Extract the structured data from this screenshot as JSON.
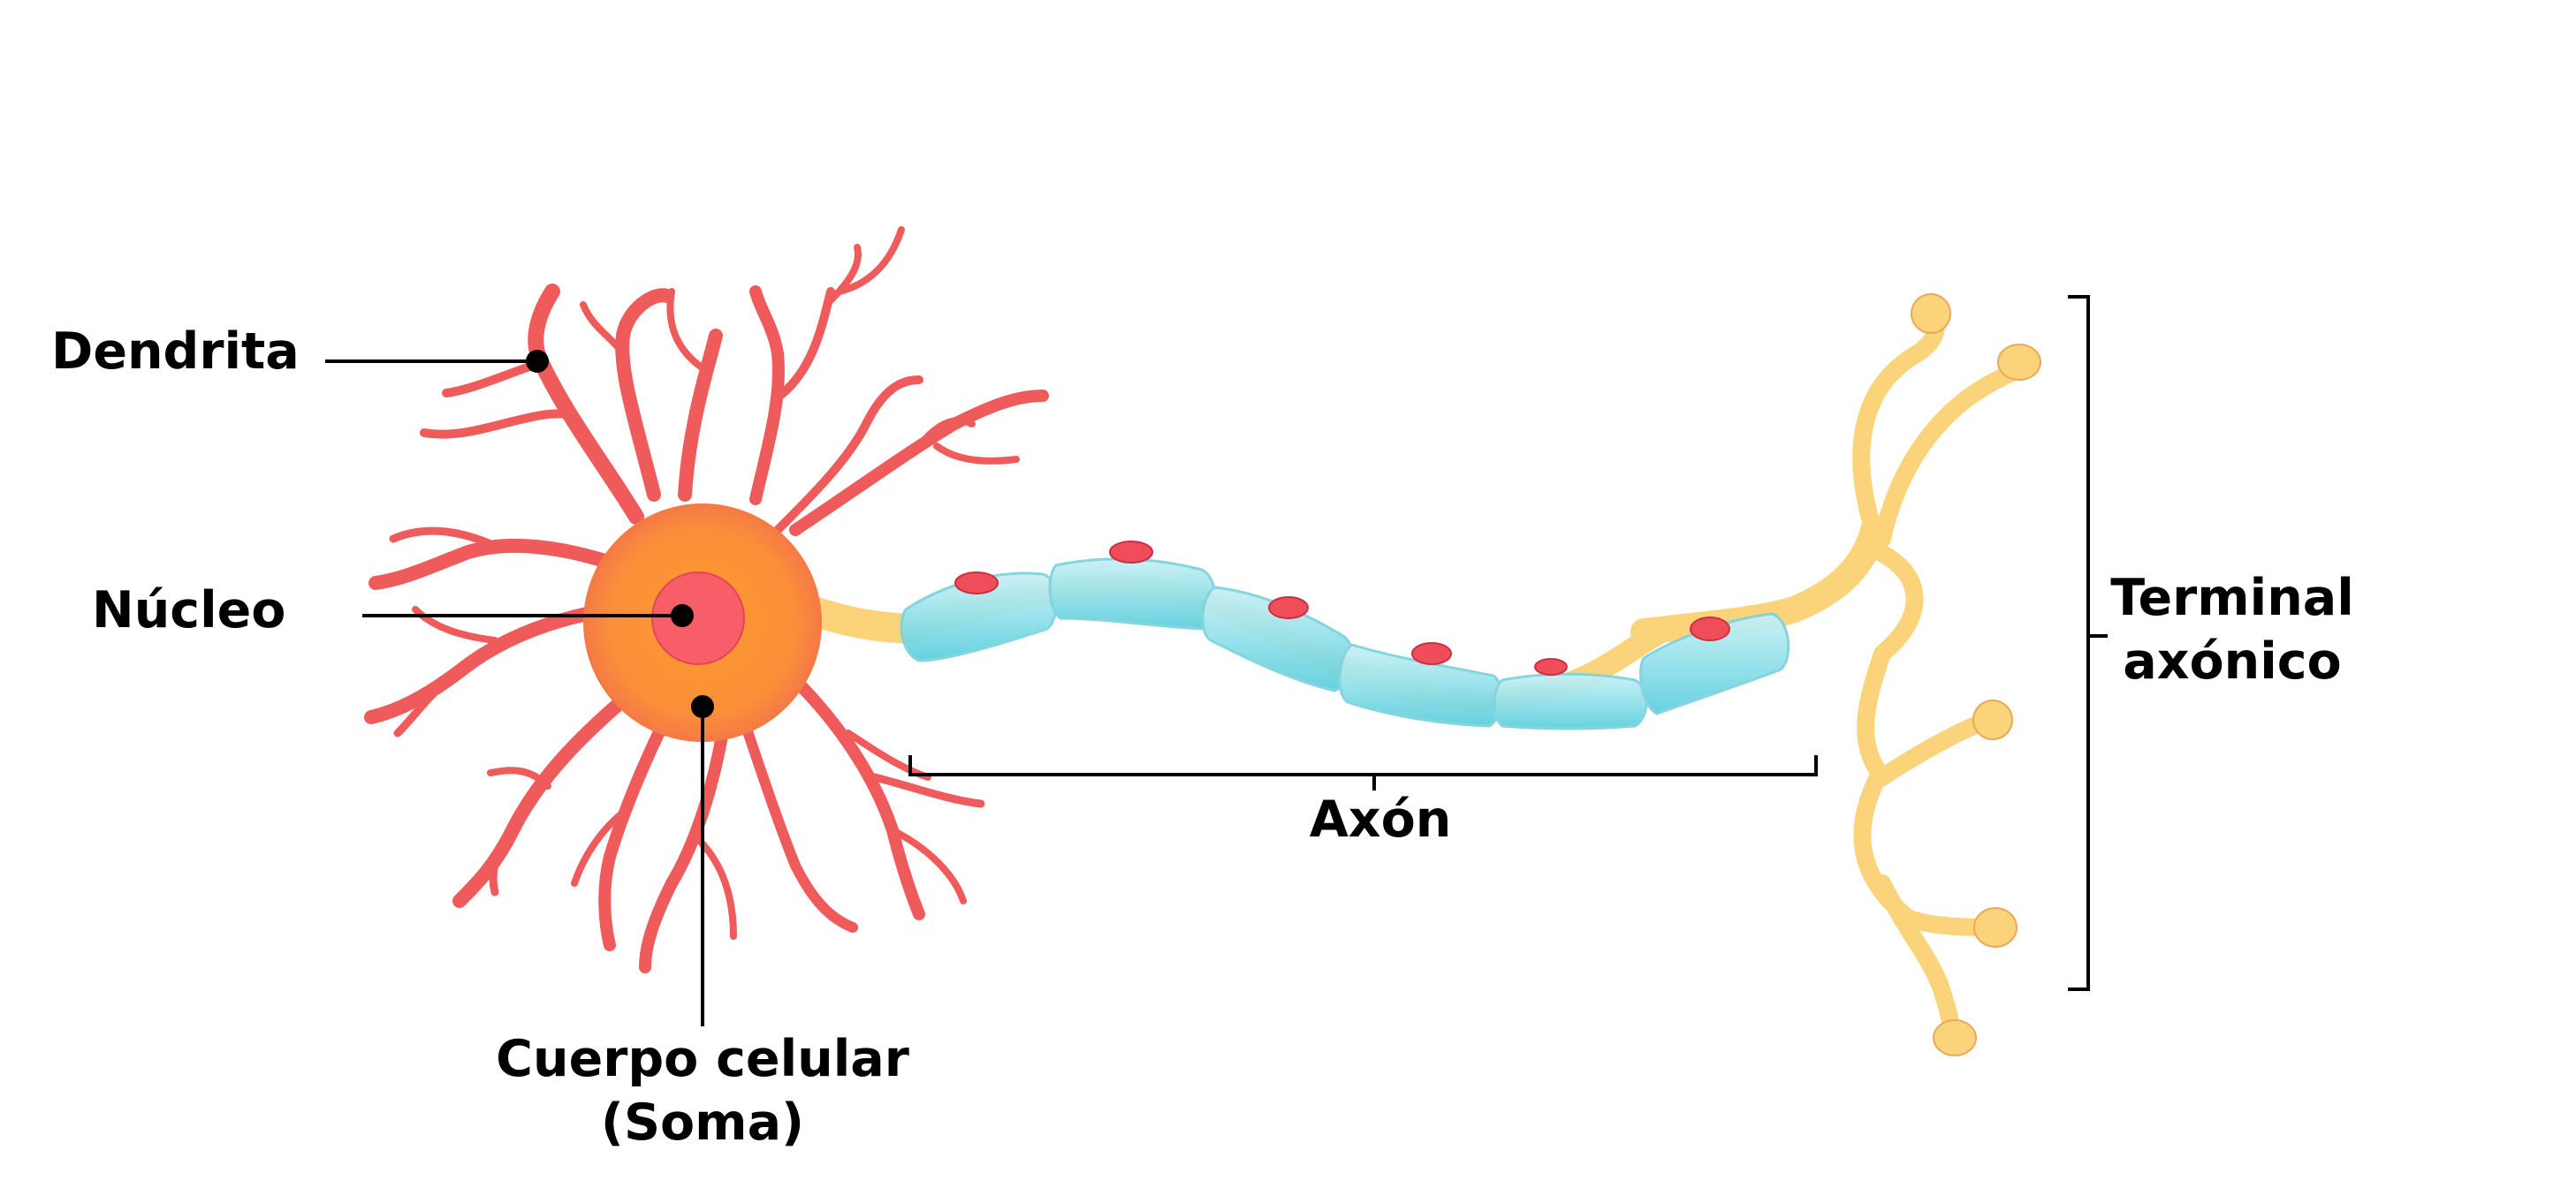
{
  "labels": {
    "dendrite": "Dendrita",
    "nucleus": "Núcleo",
    "soma_line1": "Cuerpo celular",
    "soma_line2": "(Soma)",
    "axon": "Axón",
    "terminal_line1": "Terminal",
    "terminal_line2": "axónico"
  },
  "colors": {
    "dendrite": "#ef5b5b",
    "soma_center": "#ff9a2e",
    "nucleus": "#f75e68",
    "axon_terminal": "#fbd37a",
    "myelin": "#8fe0ea",
    "schwann_nucleus": "#f04d5a"
  }
}
